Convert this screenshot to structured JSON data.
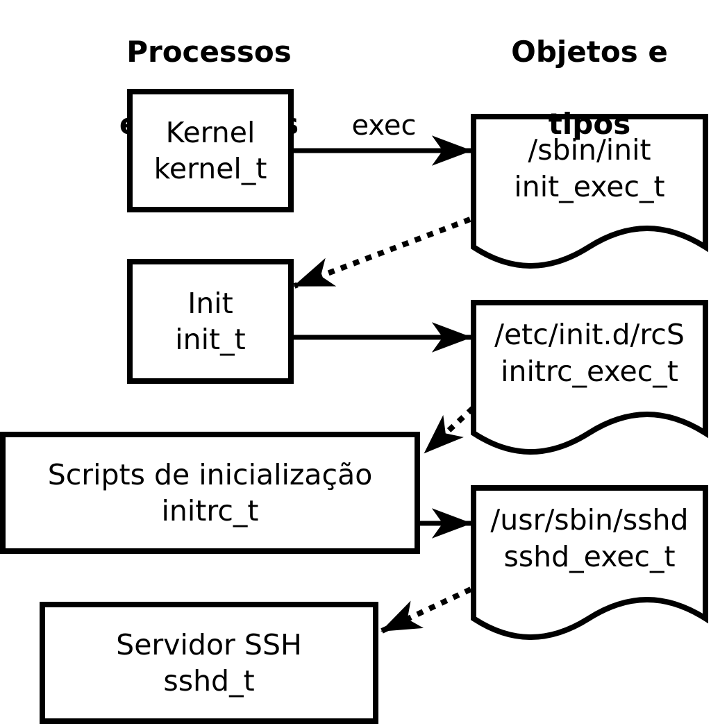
{
  "headers": {
    "left": {
      "line1": "Processos",
      "line2": "e domínios"
    },
    "right": {
      "line1": "Objetos e",
      "line2": "tipos"
    }
  },
  "processes": [
    {
      "label": "Kernel",
      "domain": "kernel_t"
    },
    {
      "label": "Init",
      "domain": "init_t"
    },
    {
      "label": "Scripts de inicialização",
      "domain": "initrc_t"
    },
    {
      "label": "Servidor SSH",
      "domain": "sshd_t"
    }
  ],
  "objects": [
    {
      "path": "/sbin/init",
      "type": "init_exec_t"
    },
    {
      "path": "/etc/init.d/rcS",
      "type": "initrc_exec_t"
    },
    {
      "path": "/usr/sbin/sshd",
      "type": "sshd_exec_t"
    }
  ],
  "labels": {
    "exec": "exec"
  },
  "colors": {
    "line": "#000000",
    "fill": "#ffffff"
  }
}
